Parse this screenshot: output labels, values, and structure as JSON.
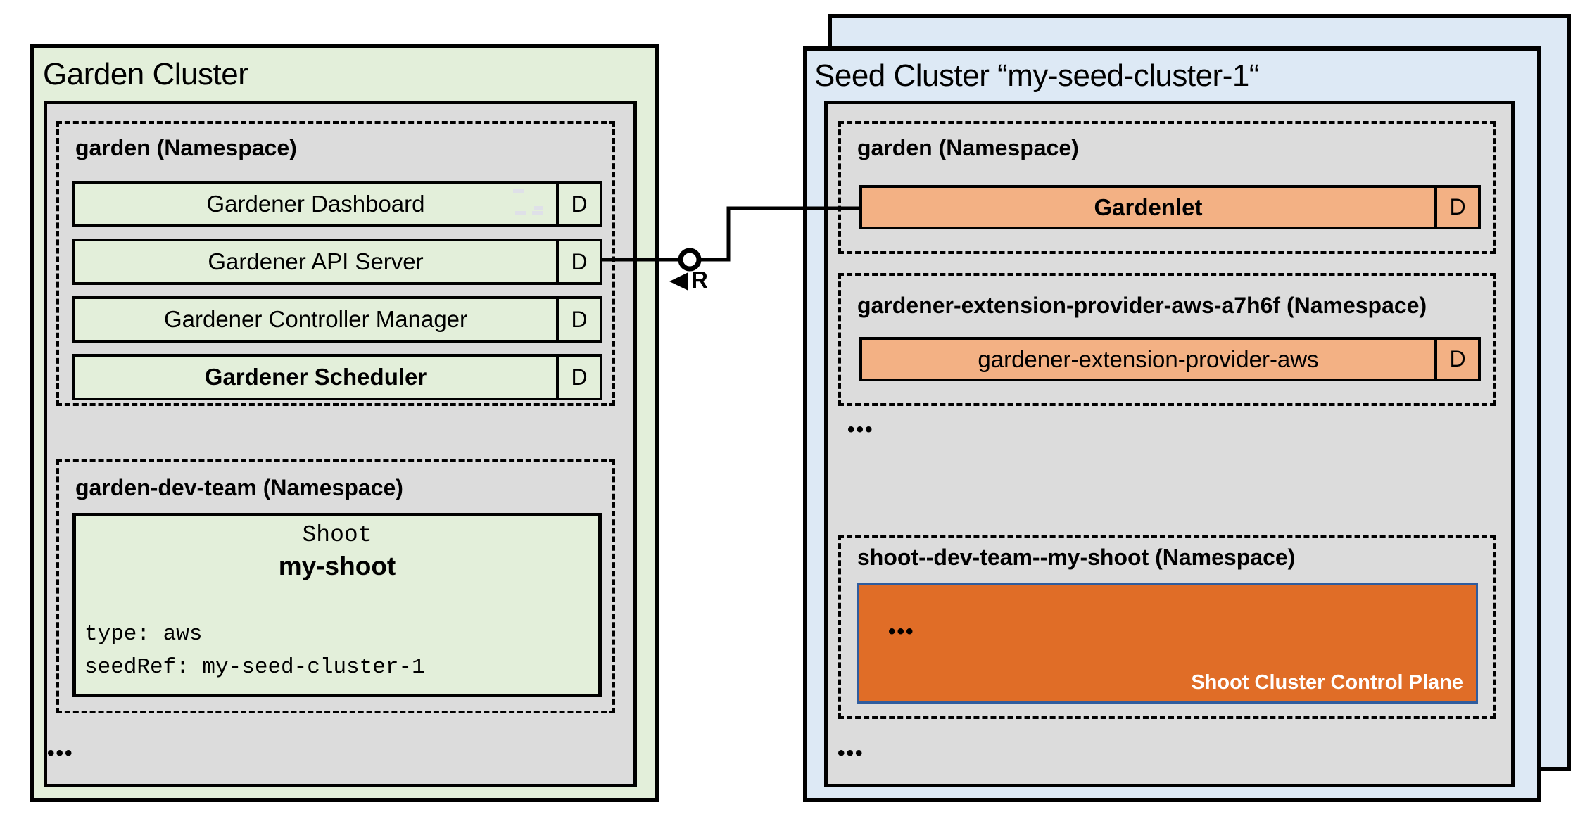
{
  "colors": {
    "green_fill": "#e3efda",
    "panel_gray": "#dcdcdc",
    "blue_fill": "#dde9f5",
    "orange_light": "#f3b184",
    "orange_dark": "#e06d27",
    "cp_border_blue": "#2f5c9e"
  },
  "garden_cluster": {
    "title": "Garden Cluster",
    "garden_namespace": {
      "label": "garden (Namespace)",
      "components": [
        {
          "name": "Gardener Dashboard",
          "badge": "D"
        },
        {
          "name": "Gardener API Server",
          "badge": "D"
        },
        {
          "name": "Gardener Controller Manager",
          "badge": "D"
        },
        {
          "name": "Gardener Scheduler",
          "badge": "D"
        }
      ]
    },
    "dev_namespace": {
      "label": "garden-dev-team (Namespace)",
      "shoot": {
        "kind": "Shoot",
        "name": "my-shoot",
        "spec_lines": [
          "type: aws",
          "seedRef: my-seed-cluster-1"
        ]
      }
    },
    "more_indicator": "•••"
  },
  "connector": {
    "arrow": "◄",
    "label": "R"
  },
  "seed_cluster": {
    "title": "Seed Cluster “my-seed-cluster-1“",
    "garden_namespace": {
      "label": "garden (Namespace)",
      "component": {
        "name": "Gardenlet",
        "badge": "D"
      }
    },
    "extension_namespace": {
      "label": "gardener-extension-provider-aws-a7h6f (Namespace)",
      "component": {
        "name": "gardener-extension-provider-aws",
        "badge": "D"
      }
    },
    "more_indicator_1": "•••",
    "shoot_namespace": {
      "label": "shoot--dev-team--my-shoot (Namespace)",
      "control_plane": {
        "more_indicator": "•••",
        "label": "Shoot Cluster Control Plane"
      }
    },
    "more_indicator_2": "•••"
  }
}
